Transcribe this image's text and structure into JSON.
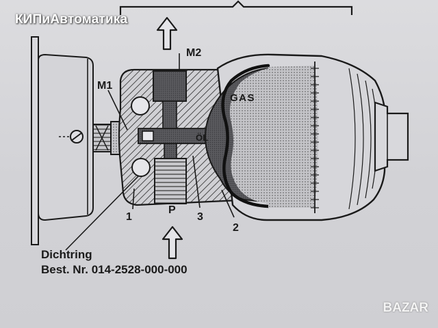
{
  "brand_text": "КИПиАвтоматика",
  "watermark_text": "BAZAR",
  "labels": {
    "m1": "M1",
    "m2": "M2",
    "gas": "GAS",
    "oil": "ÖL",
    "p": "P",
    "n1": "1",
    "n2": "2",
    "n3": "3"
  },
  "caption": {
    "line1": "Dichtring",
    "line2": "Best. Nr. 014-2528-000-000"
  },
  "colors": {
    "ink": "#1a1a1a",
    "paper": "#d6d6da",
    "oil_fill": "#5e5e62",
    "gas_fill": "#bdbdc1"
  }
}
